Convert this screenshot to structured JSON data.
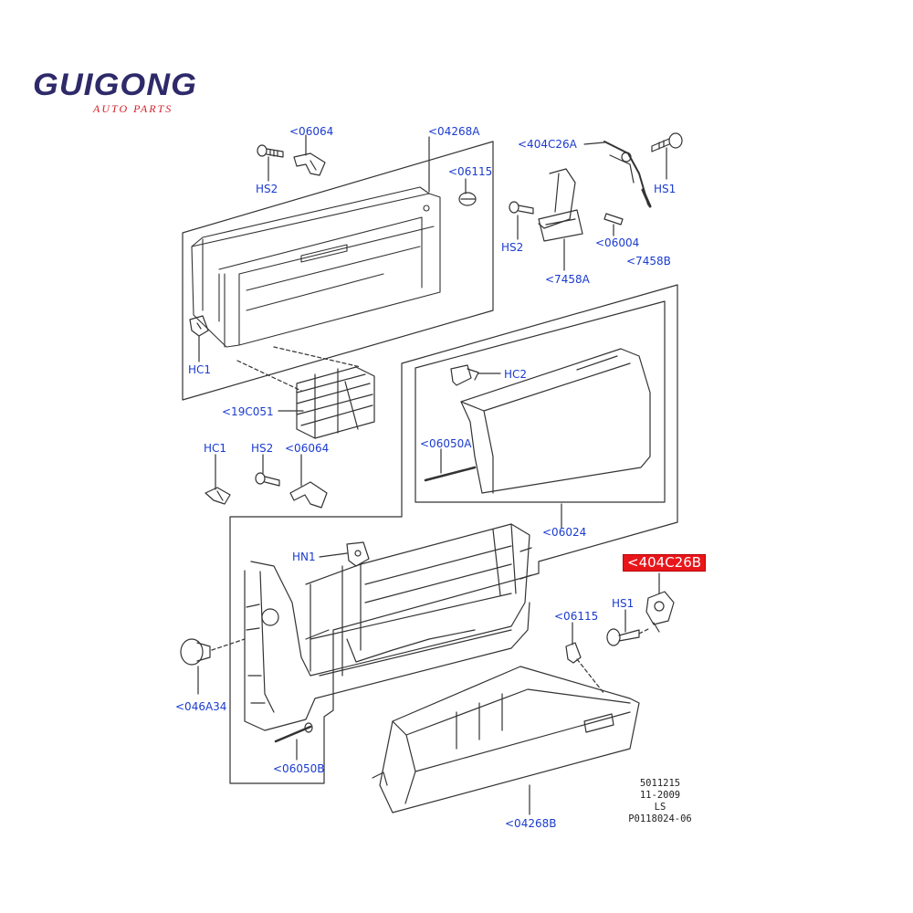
{
  "logo": {
    "main": "GUIGONG",
    "sub": "AUTO PARTS",
    "color_main": "#2e2a6a",
    "color_sub": "#d4202a"
  },
  "colors": {
    "label": "#1a3bd0",
    "highlight_bg": "#e8161b",
    "line": "#333333"
  },
  "labels": {
    "p06064_top": "<06064",
    "p04268A": "<04268A",
    "p06115_top": "<06115",
    "p404C26A": "<404C26A",
    "hs2_top_left": "HS2",
    "hs1_top_right": "HS1",
    "hs2_top_right": "HS2",
    "p06004": "<06004",
    "p7458A": "<7458A",
    "p7458B": "<7458B",
    "hc1_upper": "HC1",
    "hc2": "HC2",
    "p19C051": "<19C051",
    "p06050A": "<06050A",
    "hc1_mid": "HC1",
    "hs2_mid": "HS2",
    "p06064_mid": "<06064",
    "p06024": "<06024",
    "hn1": "HN1",
    "p404C26B": "<404C26B",
    "hs1_lower": "HS1",
    "p06115_lower": "<06115",
    "p046A34": "<046A34",
    "p06050B": "<06050B",
    "p04268B": "<04268B"
  },
  "meta": {
    "line1": "5011215",
    "line2": "11-2009",
    "line3": "LS",
    "line4": "P0118024-06"
  }
}
